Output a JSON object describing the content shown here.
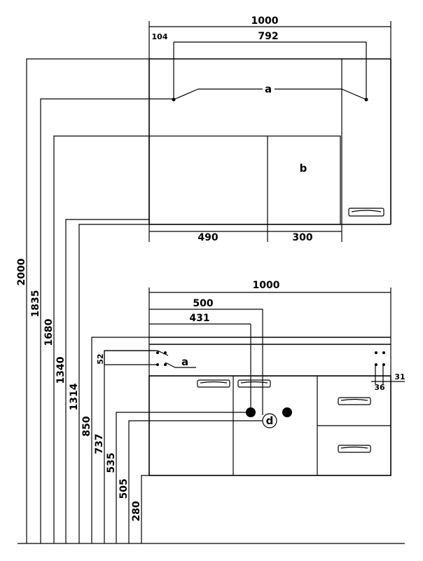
{
  "upper_cabinet": {
    "width": "1000",
    "offset_left": "104",
    "bracket_span": "792",
    "bracket_label": "a",
    "panel_label": "b",
    "door_left_width": "490",
    "door_right_width": "300"
  },
  "vertical_heights": {
    "h2000": "2000",
    "h1835": "1835",
    "h1680": "1680",
    "h1340": "1340",
    "h1314": "1314",
    "h850": "850",
    "h737": "737",
    "h535": "535",
    "h505": "505",
    "h280": "280"
  },
  "lower_cabinet": {
    "width": "1000",
    "dim_500": "500",
    "dim_431": "431",
    "fixing_label": "a",
    "fixing_spacing": "52",
    "right_hole_offset": "36",
    "right_hole_spacing": "31",
    "drain_label": "d"
  }
}
